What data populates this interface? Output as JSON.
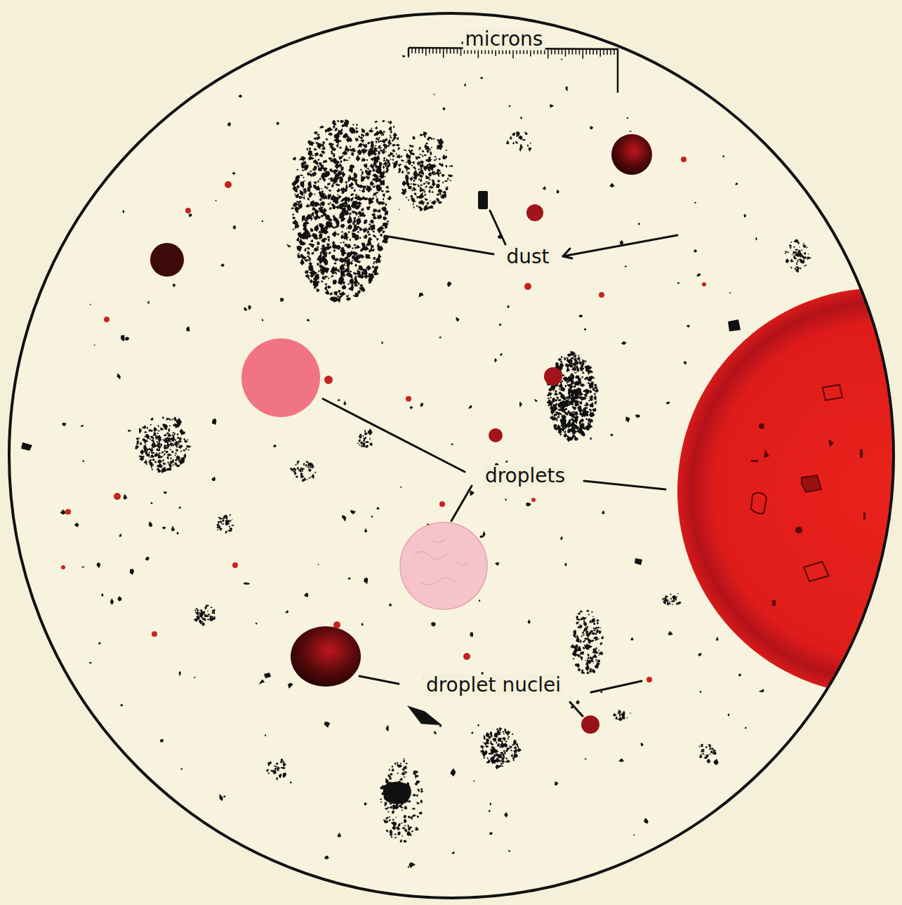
{
  "diagram": {
    "labels": [
      "microns",
      "dust",
      "droplets",
      "droplet nuclei"
    ]
  }
}
